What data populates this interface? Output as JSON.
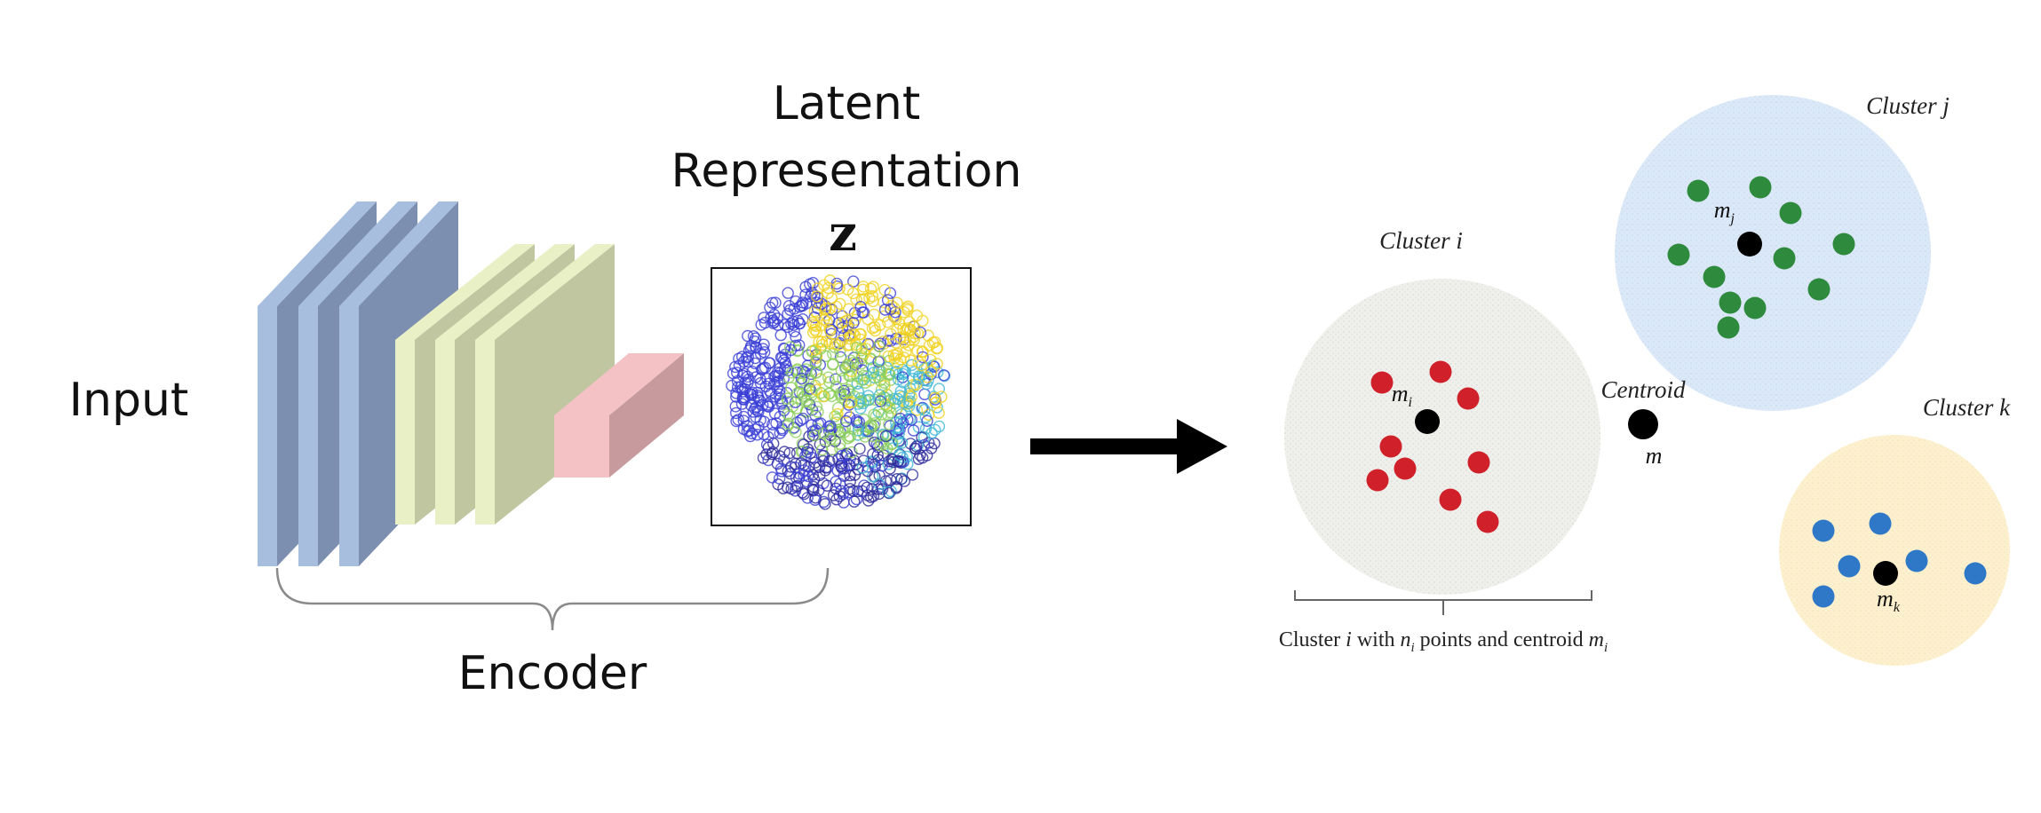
{
  "left": {
    "input_label": "Input",
    "latent_line1": "Latent",
    "latent_line2": "Representation",
    "latent_symbol": "z",
    "encoder_label": "Encoder"
  },
  "right": {
    "cluster_i_title": "Cluster i",
    "cluster_j_title": "Cluster j",
    "cluster_k_title": "Cluster k",
    "centroid_title": "Centroid",
    "centroid_m": "m",
    "m_i": {
      "base": "m",
      "sub": "i"
    },
    "m_j": {
      "base": "m",
      "sub": "j"
    },
    "m_k": {
      "base": "m",
      "sub": "k"
    },
    "caption": {
      "p1": "Cluster ",
      "i": "i",
      "p2": " with ",
      "n": "n",
      "n_sub": "i",
      "p3": " points and centroid ",
      "m": "m",
      "m_sub": "i"
    }
  },
  "colors": {
    "conv_blue": "#a7bedf",
    "conv_blue_dark": "#7c8fb0",
    "conv_green": "#eaf0c6",
    "conv_green_dark": "#bfc6a0",
    "bottleneck_pink": "#f4c2c5",
    "bottleneck_dark": "#c79b9d",
    "cluster_i_bg": "#eeeeea",
    "cluster_j_bg": "#dbe8f6",
    "cluster_k_bg": "#fbeec9",
    "red_points": "#d0202a",
    "green_points": "#2e8a3c",
    "blue_points": "#2f78c8"
  }
}
